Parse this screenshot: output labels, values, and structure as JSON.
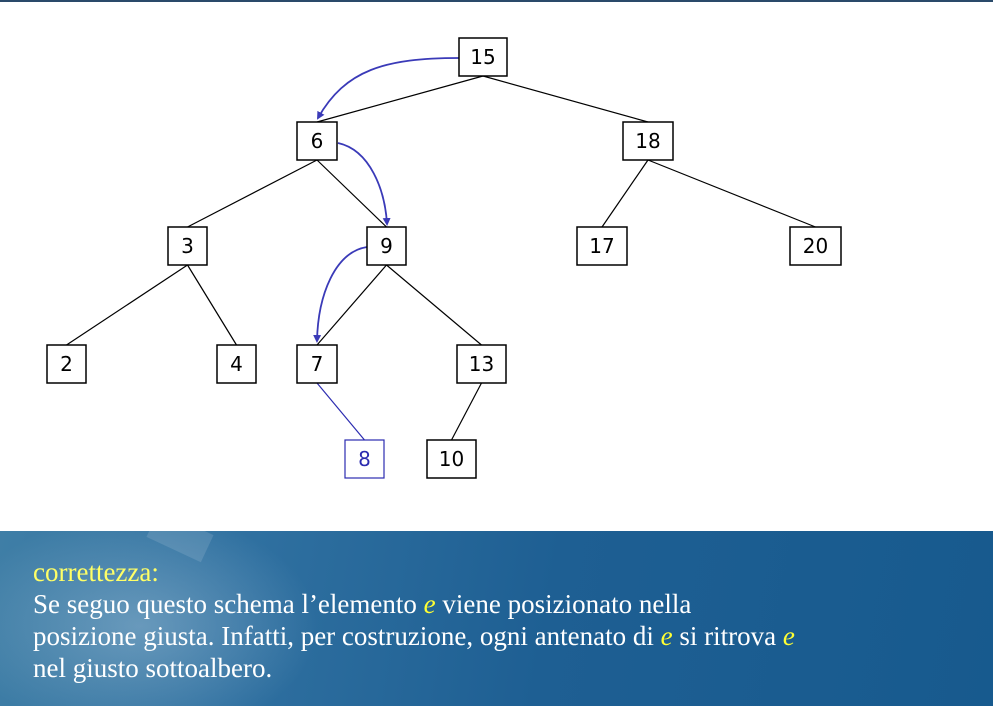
{
  "colors": {
    "node_border": "#000000",
    "highlight_blue": "#2b2bb0",
    "arrow_blue": "#3a3ab8",
    "panel_blue": "#1e5f93",
    "heading_yellow": "#ffff66",
    "accent_yellow": "#ffff33"
  },
  "tree": {
    "nodes": [
      {
        "id": "n15",
        "label": "15",
        "highlight": false
      },
      {
        "id": "n6",
        "label": "6",
        "highlight": false
      },
      {
        "id": "n18",
        "label": "18",
        "highlight": false
      },
      {
        "id": "n3",
        "label": "3",
        "highlight": false
      },
      {
        "id": "n9",
        "label": "9",
        "highlight": false
      },
      {
        "id": "n17",
        "label": "17",
        "highlight": false
      },
      {
        "id": "n20",
        "label": "20",
        "highlight": false
      },
      {
        "id": "n2",
        "label": "2",
        "highlight": false
      },
      {
        "id": "n4",
        "label": "4",
        "highlight": false
      },
      {
        "id": "n7",
        "label": "7",
        "highlight": false
      },
      {
        "id": "n13",
        "label": "13",
        "highlight": false
      },
      {
        "id": "n8",
        "label": "8",
        "highlight": true
      },
      {
        "id": "n10",
        "label": "10",
        "highlight": false
      }
    ],
    "edges": [
      {
        "from": "n15",
        "to": "n6",
        "highlight": false
      },
      {
        "from": "n15",
        "to": "n18",
        "highlight": false
      },
      {
        "from": "n6",
        "to": "n3",
        "highlight": false
      },
      {
        "from": "n6",
        "to": "n9",
        "highlight": false
      },
      {
        "from": "n18",
        "to": "n17",
        "highlight": false
      },
      {
        "from": "n18",
        "to": "n20",
        "highlight": false
      },
      {
        "from": "n3",
        "to": "n2",
        "highlight": false
      },
      {
        "from": "n3",
        "to": "n4",
        "highlight": false
      },
      {
        "from": "n9",
        "to": "n7",
        "highlight": false
      },
      {
        "from": "n9",
        "to": "n13",
        "highlight": false
      },
      {
        "from": "n7",
        "to": "n8",
        "highlight": true
      },
      {
        "from": "n13",
        "to": "n10",
        "highlight": false
      }
    ],
    "search_path": [
      {
        "from": "n15",
        "to": "n6"
      },
      {
        "from": "n6",
        "to": "n9"
      },
      {
        "from": "n9",
        "to": "n7"
      }
    ]
  },
  "panel": {
    "heading": "correttezza:",
    "line1_before": "Se seguo questo schema l’elemento ",
    "line1_e": "e",
    "line1_after": " viene posizionato nella",
    "line2_before": "posizione giusta. Infatti, per costruzione, ogni antenato di ",
    "line2_e1": "e",
    "line2_mid": " si ritrova ",
    "line2_e2": "e",
    "line3": "nel giusto sottoalbero."
  }
}
